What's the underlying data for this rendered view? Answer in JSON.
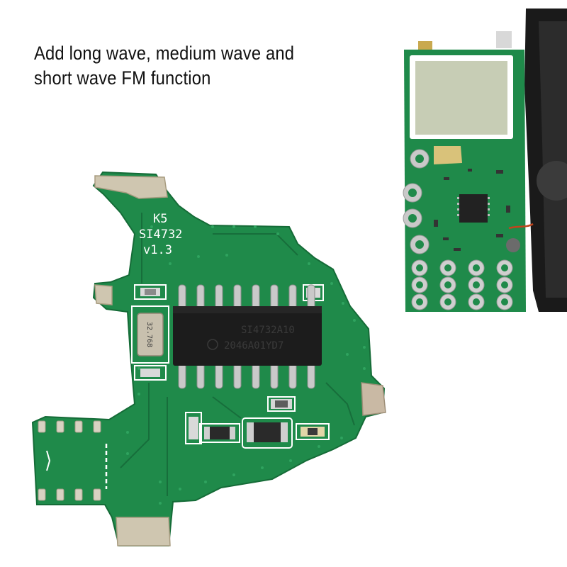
{
  "caption": {
    "line1": "Add long wave, medium wave and",
    "line2": "short wave FM function"
  },
  "board": {
    "silkscreen": {
      "name": "K5",
      "part": "SI4732",
      "version": "v1.3"
    },
    "chip": {
      "mark_line1": "SI4732A10",
      "mark_line2": "2046A01YD7"
    },
    "crystal_label": "32.768"
  },
  "colors": {
    "pcb": "#1f8a4a",
    "pcb_edge": "#156b37",
    "gold_pad": "#cfc6b0",
    "chip": "#1c1c1c",
    "screen": "#c7cdb5"
  }
}
